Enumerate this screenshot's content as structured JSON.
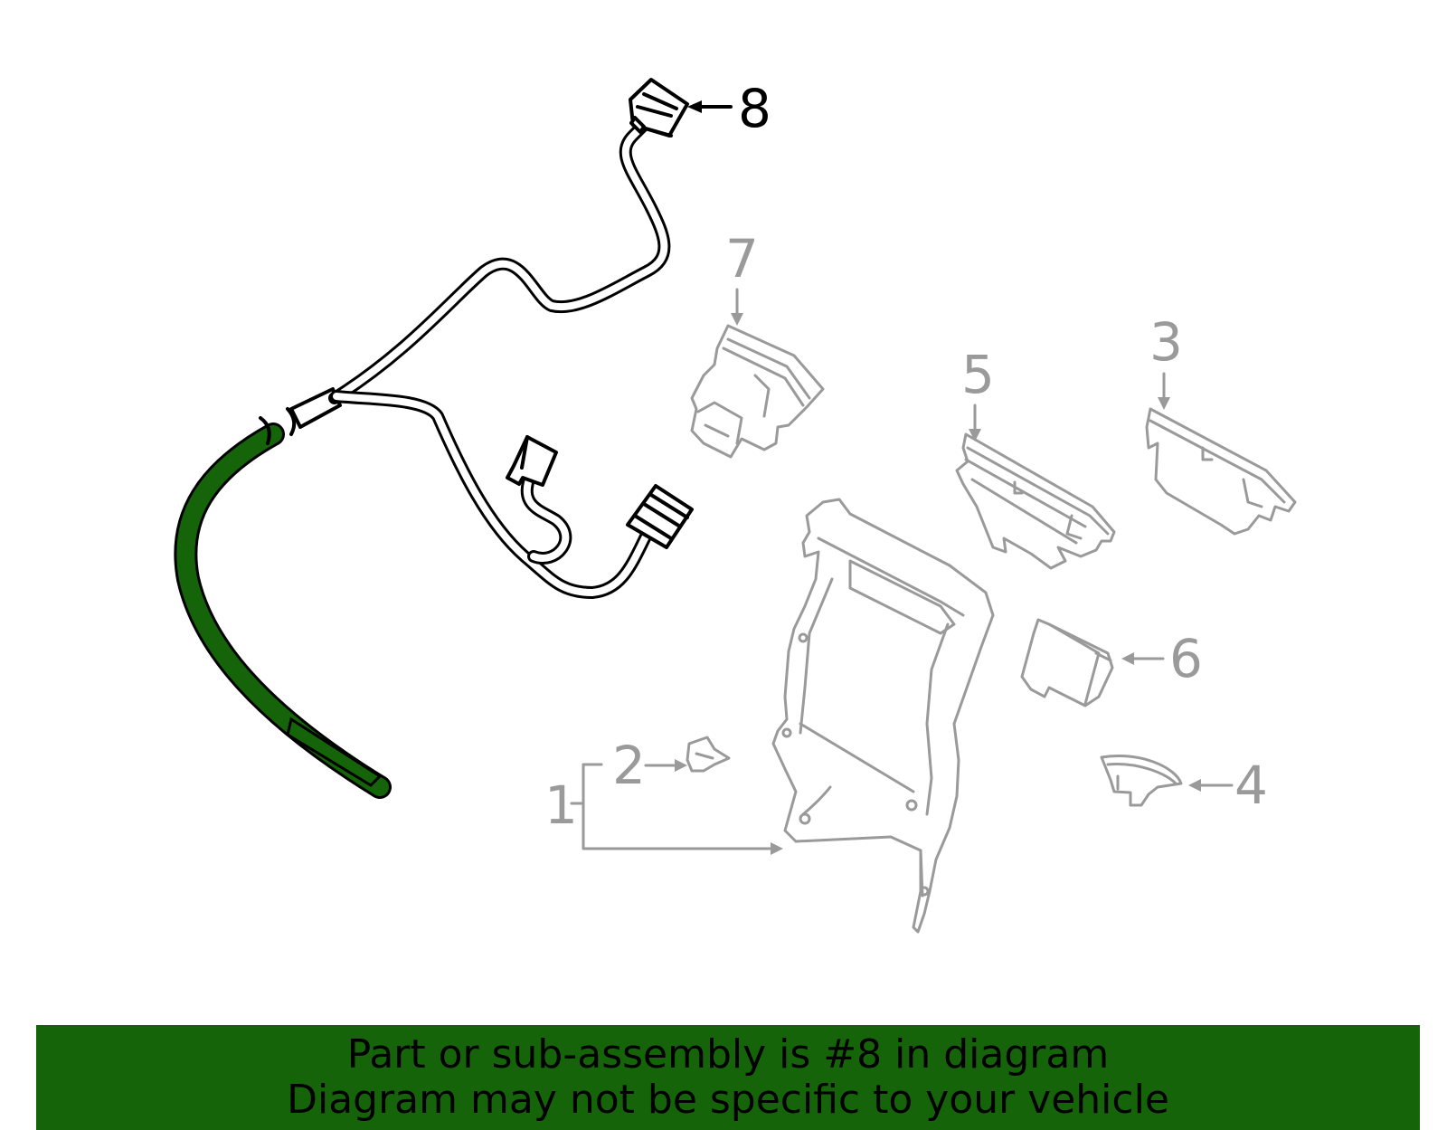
{
  "diagram": {
    "highlight_color": "#156409",
    "callouts": [
      {
        "id": "8",
        "label": "8",
        "highlighted": true
      },
      {
        "id": "7",
        "label": "7",
        "highlighted": false
      },
      {
        "id": "5",
        "label": "5",
        "highlighted": false
      },
      {
        "id": "3",
        "label": "3",
        "highlighted": false
      },
      {
        "id": "6",
        "label": "6",
        "highlighted": false
      },
      {
        "id": "2",
        "label": "2",
        "highlighted": false
      },
      {
        "id": "1",
        "label": "1",
        "highlighted": false
      },
      {
        "id": "4",
        "label": "4",
        "highlighted": false
      }
    ]
  },
  "banner": {
    "line1": "Part or sub-assembly is #8 in diagram",
    "line2": "Diagram may not be specific to your vehicle",
    "background": "#156409"
  }
}
